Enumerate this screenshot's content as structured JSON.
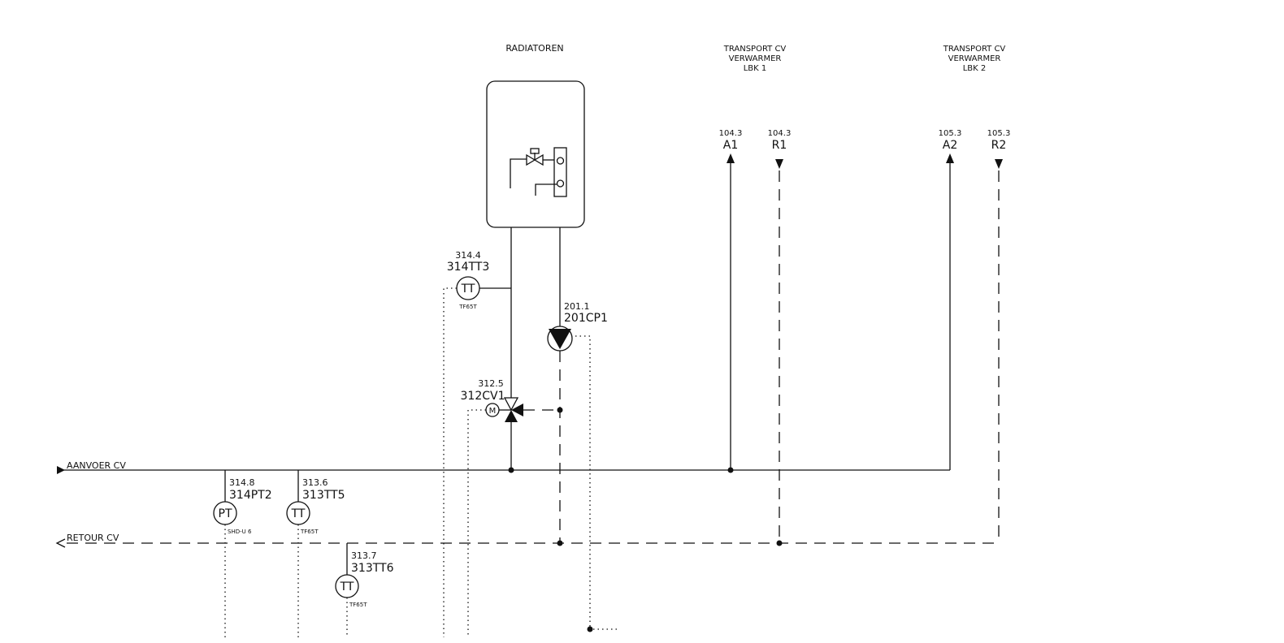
{
  "headers": {
    "radiatoren": "RADIATOREN",
    "lbk1": [
      "TRANSPORT CV",
      "VERWARMER",
      "LBK 1"
    ],
    "lbk2": [
      "TRANSPORT CV",
      "VERWARMER",
      "LBK 2"
    ]
  },
  "lines": {
    "supply": "AANVOER CV",
    "return": "RETOUR CV"
  },
  "connections": [
    {
      "ref": "104.3",
      "label": "A1"
    },
    {
      "ref": "104.3",
      "label": "R1"
    },
    {
      "ref": "105.3",
      "label": "A2"
    },
    {
      "ref": "105.3",
      "label": "R2"
    }
  ],
  "instruments": {
    "tt3": {
      "ref": "314.4",
      "tag": "314TT3",
      "symbol": "TT",
      "type": "TF65T"
    },
    "cp1": {
      "ref": "201.1",
      "tag": "201CP1"
    },
    "cv1": {
      "ref": "312.5",
      "tag": "312CV1",
      "actuator": "M"
    },
    "pt2": {
      "ref": "314.8",
      "tag": "314PT2",
      "symbol": "PT",
      "type": "SHD-U 6"
    },
    "tt5": {
      "ref": "313.6",
      "tag": "313TT5",
      "symbol": "TT",
      "type": "TF65T"
    },
    "tt6": {
      "ref": "313.7",
      "tag": "313TT6",
      "symbol": "TT",
      "type": "TF65T"
    }
  }
}
